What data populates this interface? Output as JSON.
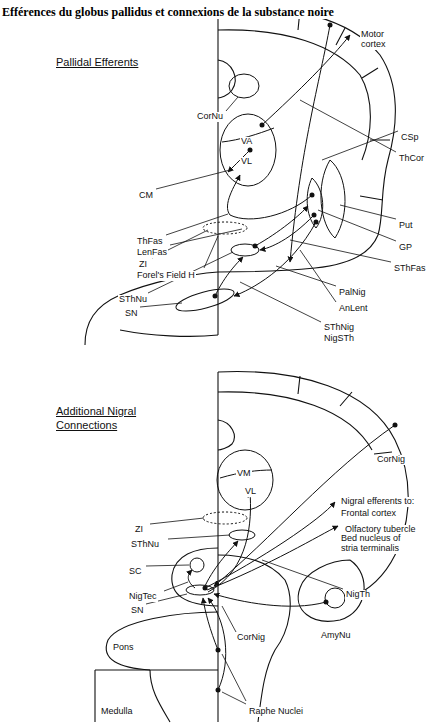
{
  "diagram": {
    "title": "Efférences du globus pallidus et connexions de la substance noire",
    "labels": [
      "Pallidal Efferents",
      "Motor cortex",
      "CSp",
      "ThCor",
      "CorNu",
      "VA",
      "VL",
      "CM",
      "ThFas",
      "LenFas",
      "ZI",
      "Forel's Field H",
      "SThNu",
      "SN",
      "Put",
      "GP",
      "SThFas",
      "PalNig",
      "AnLent",
      "SThNig",
      "NigSTh",
      "Additional Nigral Connections",
      "CorNig",
      "Nigral efferents to:",
      "Frontal cortex",
      "Olfactory tubercle",
      "Bed nucleus of stria terminalis",
      "VM",
      "VL",
      "ZI",
      "SThNu",
      "SC",
      "NigTec",
      "SN",
      "NigTh",
      "AmyNu",
      "CorNig",
      "Pons",
      "Medulla",
      "Raphe Nuclei"
    ]
  }
}
